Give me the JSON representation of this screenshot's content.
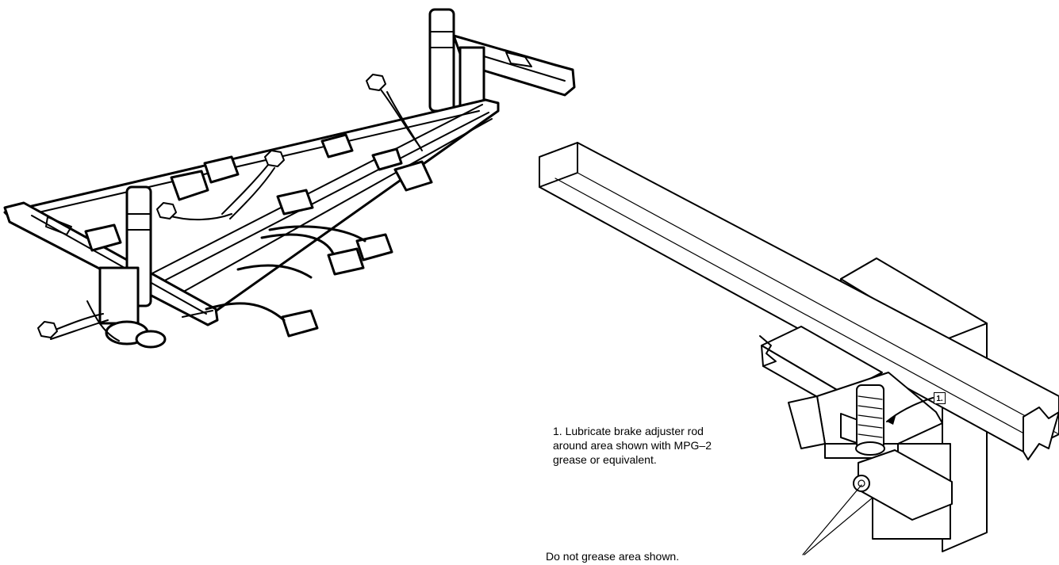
{
  "figure": {
    "callout_marker": "1.",
    "notes": {
      "lubricate": "1. Lubricate brake adjuster rod\naround area shown with MPG–2\ngrease or equivalent.",
      "no_grease": "Do not grease area shown."
    }
  }
}
